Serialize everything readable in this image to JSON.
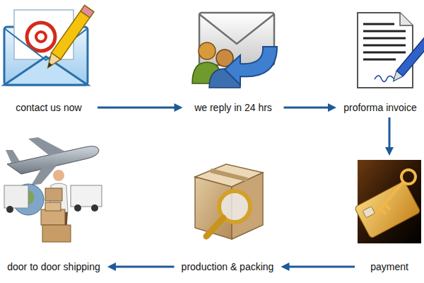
{
  "diagram": {
    "nodes": [
      {
        "text": [
          "contact us now"
        ]
      },
      {
        "text": [
          "we reply in 24 hrs"
        ]
      },
      {
        "text": [
          "proforma invoice"
        ]
      },
      {
        "text": [
          "payment"
        ]
      },
      {
        "text": [
          "production & packing"
        ]
      },
      {
        "text": [
          "door to door shipping"
        ]
      }
    ],
    "edges": [
      {
        "from": 0,
        "to": 1,
        "arrow": "to"
      },
      {
        "from": 1,
        "to": 2,
        "arrow": "to"
      },
      {
        "from": 2,
        "to": 3,
        "arrow": "to"
      },
      {
        "from": 3,
        "to": 4,
        "arrow": "to"
      },
      {
        "from": 4,
        "to": 5,
        "arrow": "to"
      }
    ]
  }
}
